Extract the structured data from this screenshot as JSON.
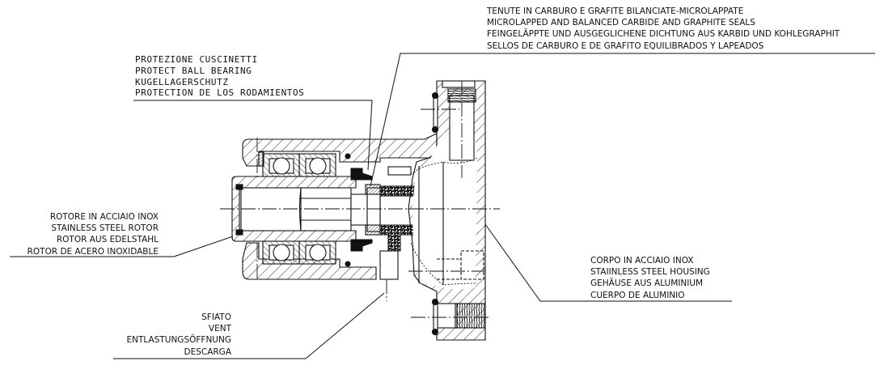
{
  "drawing": {
    "subject": "rotary-union-cross-section",
    "line_color": "#111111",
    "seal_fill_color": "#222222"
  },
  "callouts": {
    "seals": {
      "lines": [
        "TENUTE IN CARBURO E GRAFITE BILANCIATE-MICROLAPPATE",
        "MICROLAPPED AND BALANCED CARBIDE AND GRAPHITE SEALS",
        "FEINGELÄPPTE UND AUSGEGLICHENE DICHTUNG AUS KARBID UND KOHLEGRAPHIT",
        "SELLOS DE CARBURO E DE GRAFITO EQUILIBRADOS Y LAPEADOS"
      ]
    },
    "bearing_protection": {
      "lines": [
        "PROTEZIONE CUSCINETTI",
        "PROTECT BALL BEARING",
        "KUGELLAGERSCHUTZ",
        "PROTECTION DE LOS RODAMIENTOS"
      ]
    },
    "rotor": {
      "lines": [
        "ROTORE IN ACCIAIO INOX",
        "STAINLESS STEEL ROTOR",
        "ROTOR AUS EDELSTAHL",
        "ROTOR DE ACERO INOXIDABLE"
      ]
    },
    "housing": {
      "lines": [
        "CORPO IN ACCIAIO INOX",
        "STAIINLESS STEEL HOUSING",
        "GEHÄUSE AUS ALUMINIUM",
        "CUERPO DE ALUMINIO"
      ]
    },
    "vent": {
      "lines": [
        "SFIATO",
        "VENT",
        "ENTLASTUNGSÖFFNUNG",
        "DESCARGA"
      ]
    }
  }
}
